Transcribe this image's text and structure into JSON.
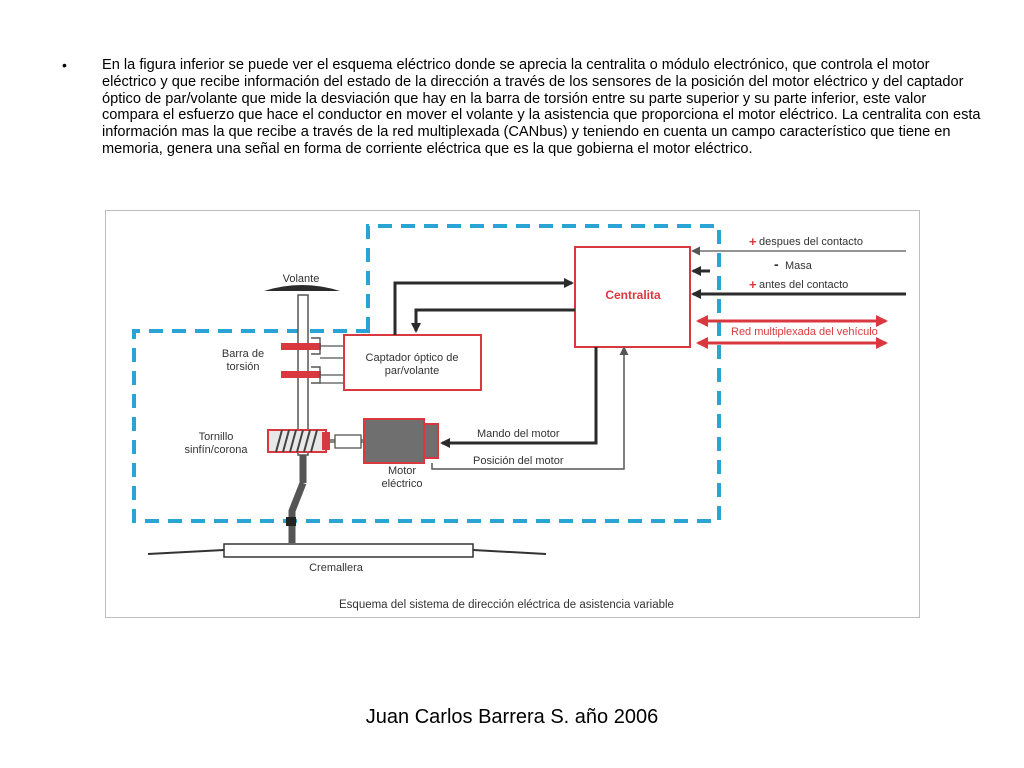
{
  "slide": {
    "bullet": "•",
    "paragraph": "En la figura inferior se puede ver el esquema eléctrico donde se aprecia la centralita o módulo electrónico, que controla el motor eléctrico y que recibe información del estado de la dirección a través de los sensores de la posición del motor eléctrico y del captador óptico de par/volante que mide la desviación que hay en la barra de torsión entre su parte superior y su parte inferior, este valor compara el esfuerzo que hace el conductor en mover el volante y la asistencia que proporciona el motor eléctrico. La centralita con esta información mas la que recibe a través de la red multiplexada (CANbus) y teniendo en cuenta un campo característico que tiene en memoria, genera una señal en forma de corriente eléctrica que es la que gobierna el motor eléctrico.",
    "footer": "Juan Carlos Barrera S. año 2006"
  },
  "diagram": {
    "caption": "Esquema del sistema de dirección eléctrica de asistencia variable",
    "volante": "Volante",
    "barra_line1": "Barra de",
    "barra_line2": "torsión",
    "tornillo_line1": "Tornillo",
    "tornillo_line2": "sinfín/corona",
    "captador_line1": "Captador óptico de",
    "captador_line2": "par/volante",
    "centralita": "Centralita",
    "motor_line1": "Motor",
    "motor_line2": "eléctrico",
    "cremallera": "Cremallera",
    "mando_motor": "Mando del motor",
    "posicion_motor": "Posición del motor",
    "plus_1": "+",
    "despues_contacto": "despues del contacto",
    "minus": "-",
    "masa": "Masa",
    "plus_2": "+",
    "antes_contacto": "antes del contacto",
    "red_multiplexada": "Red multiplexada del vehículo",
    "colors": {
      "accent_red": "#d9393e",
      "dashed_blue": "#2aa4d5",
      "motor_gray": "#6f6f6f",
      "wire_dark": "#2b2b2b"
    }
  }
}
